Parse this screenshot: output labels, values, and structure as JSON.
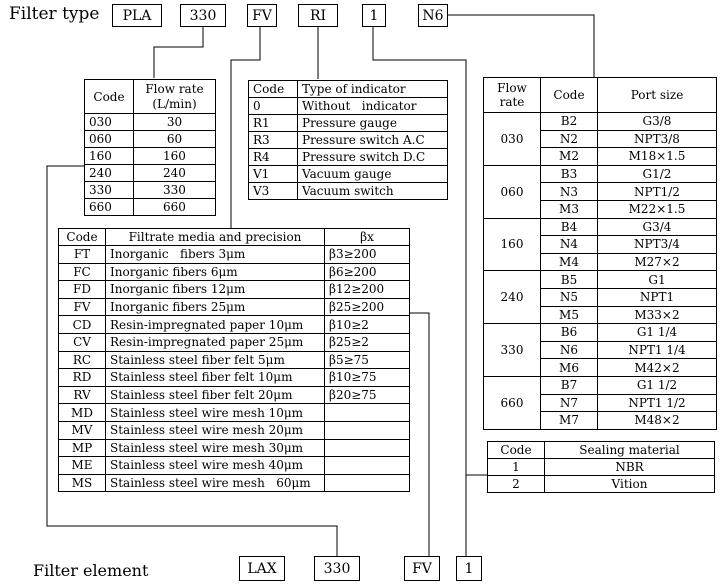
{
  "filter_type": {
    "label": "Filter type",
    "boxes": [
      "PLA",
      "330",
      "FV",
      "RI",
      "1",
      "N6"
    ]
  },
  "filter_element": {
    "label": "Filter element",
    "boxes": [
      "LAX",
      "330",
      "FV",
      "1"
    ]
  },
  "flow_table": {
    "headers": [
      "Code",
      "Flow rate\n(L/min)"
    ],
    "rows": [
      [
        "030",
        "30"
      ],
      [
        "060",
        "60"
      ],
      [
        "160",
        "160"
      ],
      [
        "240",
        "240"
      ],
      [
        "330",
        "330"
      ],
      [
        "660",
        "660"
      ]
    ]
  },
  "indicator_table": {
    "headers": [
      "Code",
      "Type of indicator"
    ],
    "rows": [
      [
        "0",
        "Without   indicator"
      ],
      [
        "R1",
        "Pressure gauge"
      ],
      [
        "R3",
        "Pressure switch A.C"
      ],
      [
        "R4",
        "Pressure switch D.C"
      ],
      [
        "V1",
        "Vacuum gauge"
      ],
      [
        "V3",
        "Vacuum switch"
      ]
    ]
  },
  "media_table": {
    "headers": [
      "Code",
      "Filtrate media and precision",
      "βx"
    ],
    "rows": [
      [
        "FT",
        "Inorganic   fibers 3μm",
        "β3≥200"
      ],
      [
        "FC",
        "Inorganic fibers 6μm",
        "β6≥200"
      ],
      [
        "FD",
        "Inorganic fibers 12μm",
        "β12≥200"
      ],
      [
        "FV",
        "Inorganic fibers 25μm",
        "β25≥200"
      ],
      [
        "CD",
        "Resin-impregnated paper 10μm",
        "β10≥2"
      ],
      [
        "CV",
        "Resin-impregnated paper 25μm",
        "β25≥2"
      ],
      [
        "RC",
        "Stainless steel fiber felt 5μm",
        "β5≥75"
      ],
      [
        "RD",
        "Stainless steel fiber felt 10μm",
        "β10≥75"
      ],
      [
        "RV",
        "Stainless steel fiber felt 20μm",
        "β20≥75"
      ],
      [
        "MD",
        "Stainless steel wire mesh 10μm",
        ""
      ],
      [
        "MV",
        "Stainless steel wire mesh 20μm",
        ""
      ],
      [
        "MP",
        "Stainless steel wire mesh 30μm",
        ""
      ],
      [
        "ME",
        "Stainless steel wire mesh 40μm",
        ""
      ],
      [
        "MS",
        "Stainless steel wire mesh   60μm",
        ""
      ]
    ]
  },
  "port_table": {
    "headers": [
      "Flow\nrate",
      "Code",
      "Port size"
    ],
    "groups": [
      {
        "flow": "030",
        "rows": [
          [
            "B2",
            "G3/8"
          ],
          [
            "N2",
            "NPT3/8"
          ],
          [
            "M2",
            "M18×1.5"
          ]
        ]
      },
      {
        "flow": "060",
        "rows": [
          [
            "B3",
            "G1/2"
          ],
          [
            "N3",
            "NPT1/2"
          ],
          [
            "M3",
            "M22×1.5"
          ]
        ]
      },
      {
        "flow": "160",
        "rows": [
          [
            "B4",
            "G3/4"
          ],
          [
            "N4",
            "NPT3/4"
          ],
          [
            "M4",
            "M27×2"
          ]
        ]
      },
      {
        "flow": "240",
        "rows": [
          [
            "B5",
            "G1"
          ],
          [
            "N5",
            "NPT1"
          ],
          [
            "M5",
            "M33×2"
          ]
        ]
      },
      {
        "flow": "330",
        "rows": [
          [
            "B6",
            "G1 1/4"
          ],
          [
            "N6",
            "NPT1 1/4"
          ],
          [
            "M6",
            "M42×2"
          ]
        ]
      },
      {
        "flow": "660",
        "rows": [
          [
            "B7",
            "G1 1/2"
          ],
          [
            "N7",
            "NPT1 1/2"
          ],
          [
            "M7",
            "M48×2"
          ]
        ]
      }
    ]
  },
  "seal_table": {
    "headers": [
      "Code",
      "Sealing material"
    ],
    "rows": [
      [
        "1",
        "NBR"
      ],
      [
        "2",
        "Vition"
      ]
    ]
  }
}
